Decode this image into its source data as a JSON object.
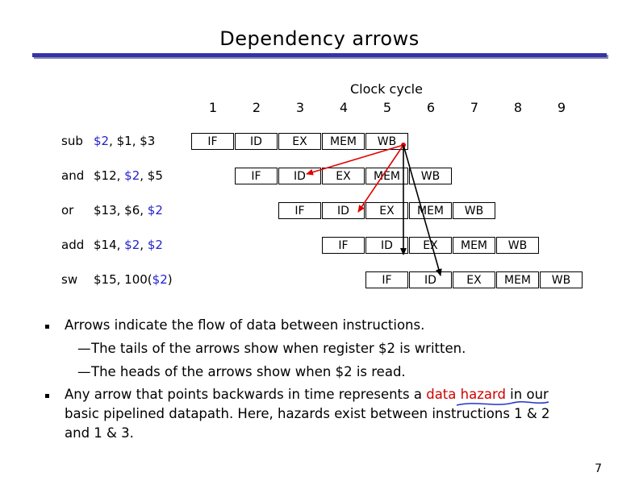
{
  "title": "Dependency arrows",
  "clock_label": "Clock cycle",
  "cycles": [
    "1",
    "2",
    "3",
    "4",
    "5",
    "6",
    "7",
    "8",
    "9"
  ],
  "instructions": [
    {
      "op": "sub",
      "parts": [
        {
          "t": "$2",
          "hl": true
        },
        {
          "t": ", $1, $3",
          "hl": false
        }
      ]
    },
    {
      "op": "and",
      "parts": [
        {
          "t": "$12, ",
          "hl": false
        },
        {
          "t": "$2",
          "hl": true
        },
        {
          "t": ", $5",
          "hl": false
        }
      ]
    },
    {
      "op": "or",
      "parts": [
        {
          "t": "$13, $6, ",
          "hl": false
        },
        {
          "t": "$2",
          "hl": true
        }
      ]
    },
    {
      "op": "add",
      "parts": [
        {
          "t": "$14, ",
          "hl": false
        },
        {
          "t": "$2",
          "hl": true
        },
        {
          "t": ", ",
          "hl": false
        },
        {
          "t": "$2",
          "hl": true
        }
      ]
    },
    {
      "op": "sw",
      "parts": [
        {
          "t": "$15, 100(",
          "hl": false
        },
        {
          "t": "$2",
          "hl": true
        },
        {
          "t": ")",
          "hl": false
        }
      ]
    }
  ],
  "stages": [
    "IF",
    "ID",
    "EX",
    "MEM",
    "WB"
  ],
  "bullets": [
    {
      "level": 1,
      "text": "Arrows indicate the flow of data between instructions."
    },
    {
      "level": 2,
      "text": "The tails of the arrows show when register $2 is written."
    },
    {
      "level": 2,
      "text": "The heads of the arrows show when $2 is read."
    }
  ],
  "hazard_bullet": {
    "before": "Any arrow that points backwards in time represents a ",
    "hazard": "data hazard",
    "after": " in our",
    "line2": "basic pipelined datapath. Here, hazards exist between instructions 1 & 2",
    "line3": "and 1 & 3."
  },
  "dash": "—",
  "page_number": "7",
  "colors": {
    "title_bar": "#3333aa",
    "register_highlight": "#2222cc",
    "hazard_arrow": "#e00000",
    "forward_arrow": "#000000",
    "hazard_text": "#d00000"
  }
}
